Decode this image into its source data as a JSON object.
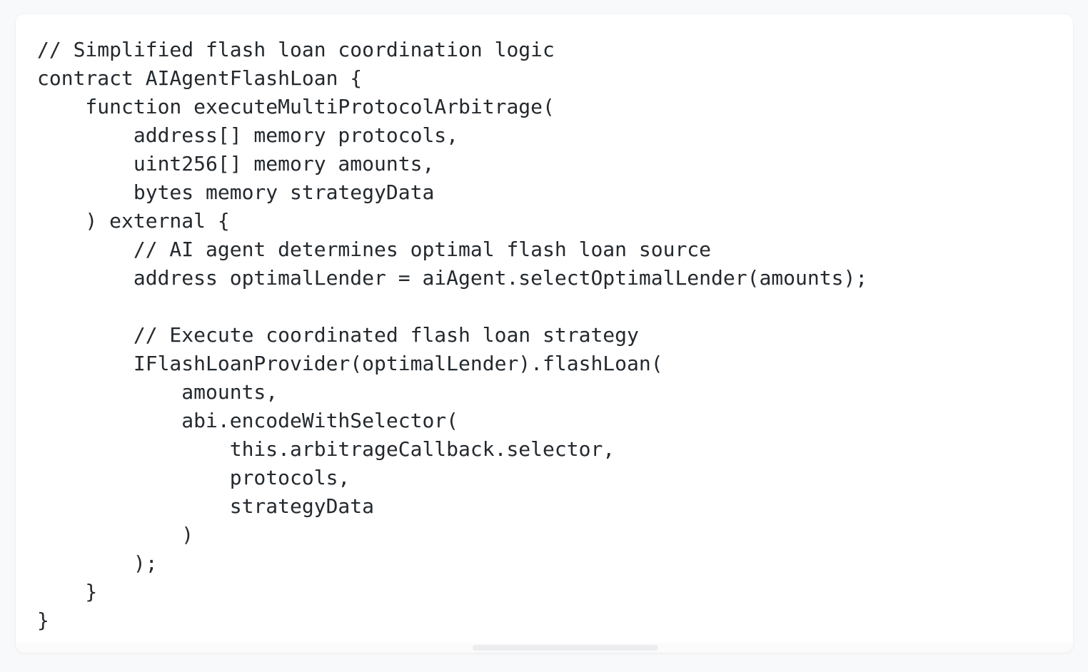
{
  "page": {
    "background_color": "#f8f9fa",
    "card_background_color": "#ffffff",
    "text_color": "#24292e"
  },
  "code": {
    "language": "solidity",
    "lines": [
      "// Simplified flash loan coordination logic",
      "contract AIAgentFlashLoan {",
      "    function executeMultiProtocolArbitrage(",
      "        address[] memory protocols,",
      "        uint256[] memory amounts,",
      "        bytes memory strategyData",
      "    ) external {",
      "        // AI agent determines optimal flash loan source",
      "        address optimalLender = aiAgent.selectOptimalLender(amounts);",
      "",
      "        // Execute coordinated flash loan strategy",
      "        IFlashLoanProvider(optimalLender).flashLoan(",
      "            amounts,",
      "            abi.encodeWithSelector(",
      "                this.arbitrageCallback.selector,",
      "                protocols,",
      "                strategyData",
      "            )",
      "        );",
      "    }",
      "}"
    ]
  },
  "scrollbar": {
    "orientation": "horizontal",
    "visible": true
  }
}
